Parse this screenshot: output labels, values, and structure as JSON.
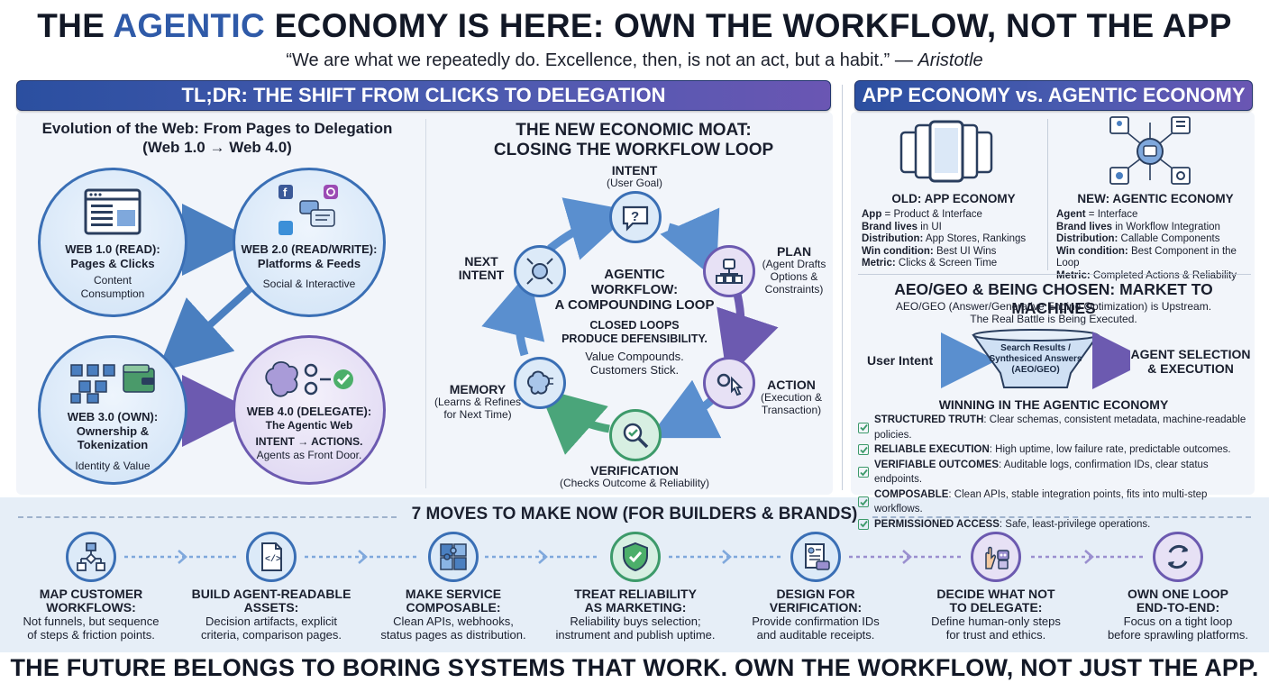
{
  "header": {
    "title_pre": "THE ",
    "title_highlight": "AGENTIC",
    "title_post": " ECONOMY IS HERE: OWN THE WORKFLOW, NOT THE APP",
    "quote": "“We are what we repeatedly do. Excellence, then, is not an act, but a habit.” — ",
    "quote_author": "Aristotle"
  },
  "tldr": {
    "banner": "TL;DR: THE SHIFT FROM CLICKS TO DELEGATION",
    "evolution_title": "Evolution of the Web: From Pages to Delegation",
    "evolution_subtitle": "(Web 1.0 → Web 4.0)",
    "web": [
      {
        "title": "WEB 1.0 (READ):",
        "title2": "Pages & Clicks",
        "sub": "Content",
        "sub2": "Consumption"
      },
      {
        "title": "WEB 2.0 (READ/WRITE):",
        "title2": "Platforms & Feeds",
        "sub": "Social & Interactive",
        "sub2": ""
      },
      {
        "title": "WEB 3.0 (OWN):",
        "title2": "Ownership & Tokenization",
        "sub": "Identity & Value",
        "sub2": ""
      },
      {
        "title": "WEB 4.0 (DELEGATE):",
        "title2": "The Agentic Web",
        "sub": "INTENT → ACTIONS.",
        "sub2": "Agents as Front Door."
      }
    ],
    "moat_title": "THE NEW ECONOMIC MOAT:",
    "moat_title2": "CLOSING THE WORKFLOW LOOP",
    "loop": {
      "intent": "INTENT",
      "intent_sub": "(User Goal)",
      "plan": "PLAN",
      "plan_sub": "(Agent Drafts",
      "plan_sub2": "Options &",
      "plan_sub3": "Constraints)",
      "action": "ACTION",
      "action_sub": "(Execution &",
      "action_sub2": "Transaction)",
      "verification": "VERIFICATION",
      "verification_sub": "(Checks Outcome & Reliability)",
      "memory": "MEMORY",
      "memory_sub": "(Learns & Refines",
      "memory_sub2": "for Next Time)",
      "next": "NEXT",
      "next2": "INTENT",
      "center1": "AGENTIC",
      "center2": "WORKFLOW:",
      "center3": "A COMPOUNDING LOOP",
      "center4": "CLOSED LOOPS",
      "center5": "PRODUCE DEFENSIBILITY.",
      "center6": "Value Compounds.",
      "center7": "Customers Stick."
    }
  },
  "compare": {
    "banner": "APP ECONOMY vs. AGENTIC ECONOMY",
    "old_title": "OLD: APP ECONOMY",
    "old": [
      {
        "k": "App",
        "v": " = Product & Interface"
      },
      {
        "k": "Brand lives",
        "v": " in UI"
      },
      {
        "k": "Distribution:",
        "v": " App Stores, Rankings"
      },
      {
        "k": "Win condition:",
        "v": " Best UI Wins"
      },
      {
        "k": "Metric:",
        "v": " Clicks & Screen Time"
      }
    ],
    "new_title": "NEW: AGENTIC ECONOMY",
    "new": [
      {
        "k": "Agent",
        "v": " = Interface"
      },
      {
        "k": "Brand lives",
        "v": " in Workflow Integration"
      },
      {
        "k": "Distribution:",
        "v": " Callable Components"
      },
      {
        "k": "Win condition:",
        "v": " Best Component in the Loop"
      },
      {
        "k": "Metric:",
        "v": " Completed Actions & Reliability"
      }
    ]
  },
  "aeo": {
    "title": "AEO/GEO & BEING CHOSEN: MARKET TO MACHINES",
    "sub1": "AEO/GEO (Answer/Generative Engine Optimization) is Upstream.",
    "sub2": "The Real Battle is Being Executed.",
    "user_intent": "User Intent",
    "funnel1": "Search Results /",
    "funnel2": "Synthesiced Answers",
    "funnel3": "(AEO/GEO)",
    "agent1": "AGENT SELECTION",
    "agent2": "& EXECUTION",
    "winning_title": "WINNING IN THE AGENTIC ECONOMY",
    "winning": [
      {
        "k": "STRUCTURED TRUTH",
        "v": ": Clear schemas, consistent metadata, machine-readable policies."
      },
      {
        "k": "RELIABLE EXECUTION",
        "v": ": High uptime, low failure rate, predictable outcomes."
      },
      {
        "k": "VERIFIABLE OUTCOMES",
        "v": ": Auditable logs, confirmation IDs, clear status endpoints."
      },
      {
        "k": "COMPOSABLE",
        "v": ": Clean APIs, stable integration points, fits into multi-step workflows."
      },
      {
        "k": "PERMISSIONED ACCESS",
        "v": ": Safe, least-privilege operations."
      }
    ]
  },
  "moves": {
    "title": "7 MOVES TO MAKE NOW (FOR BUILDERS & BRANDS)",
    "items": [
      {
        "t1": "MAP CUSTOMER",
        "t2": "WORKFLOWS:",
        "d1": "Not funnels, but sequence",
        "d2": "of steps & friction points.",
        "icon": "flowchart-icon"
      },
      {
        "t1": "BUILD AGENT-READABLE",
        "t2": "ASSETS:",
        "d1": "Decision artifacts, explicit",
        "d2": "criteria, comparison pages.",
        "icon": "code-document-icon"
      },
      {
        "t1": "MAKE SERVICE",
        "t2": "COMPOSABLE:",
        "d1": "Clean APIs, webhooks,",
        "d2": "status pages as distribution.",
        "icon": "puzzle-icon"
      },
      {
        "t1": "TREAT RELIABILITY",
        "t2": "AS MARKETING:",
        "d1": "Reliability buys selection;",
        "d2": "instrument and publish uptime.",
        "icon": "shield-check-icon"
      },
      {
        "t1": "DESIGN FOR",
        "t2": "VERIFICATION:",
        "d1": "Provide confirmation IDs",
        "d2": "and auditable receipts.",
        "icon": "receipt-icon"
      },
      {
        "t1": "DECIDE WHAT NOT",
        "t2": "TO DELEGATE:",
        "d1": "Define human-only steps",
        "d2": "for trust and ethics.",
        "icon": "hand-robot-icon"
      },
      {
        "t1": "OWN ONE LOOP",
        "t2": "END-TO-END:",
        "d1": "Focus on a tight loop",
        "d2": "before sprawling platforms.",
        "icon": "loop-icon"
      }
    ]
  },
  "footer": "THE FUTURE BELONGS TO BORING SYSTEMS THAT WORK. OWN THE WORKFLOW, NOT JUST THE APP.",
  "colors": {
    "blue": "#2f5aa8",
    "purple": "#6c5ab0",
    "green": "#3d9a6a"
  }
}
